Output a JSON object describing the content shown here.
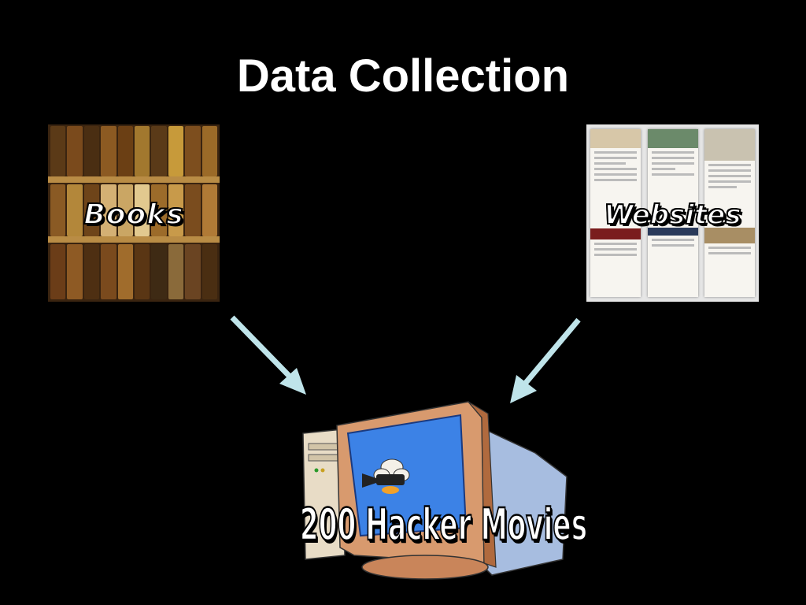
{
  "slide": {
    "title": "Data Collection"
  },
  "sources": [
    {
      "label": "Books",
      "icon": "bookshelf-icon"
    },
    {
      "label": "Websites",
      "icon": "website-screenshots-icon"
    }
  ],
  "target": {
    "label": "200 Hacker Movies",
    "icon": "computer-with-camera-icon"
  },
  "colors": {
    "background": "#000000",
    "arrow": "#bfe4ea",
    "text": "#ffffff"
  }
}
